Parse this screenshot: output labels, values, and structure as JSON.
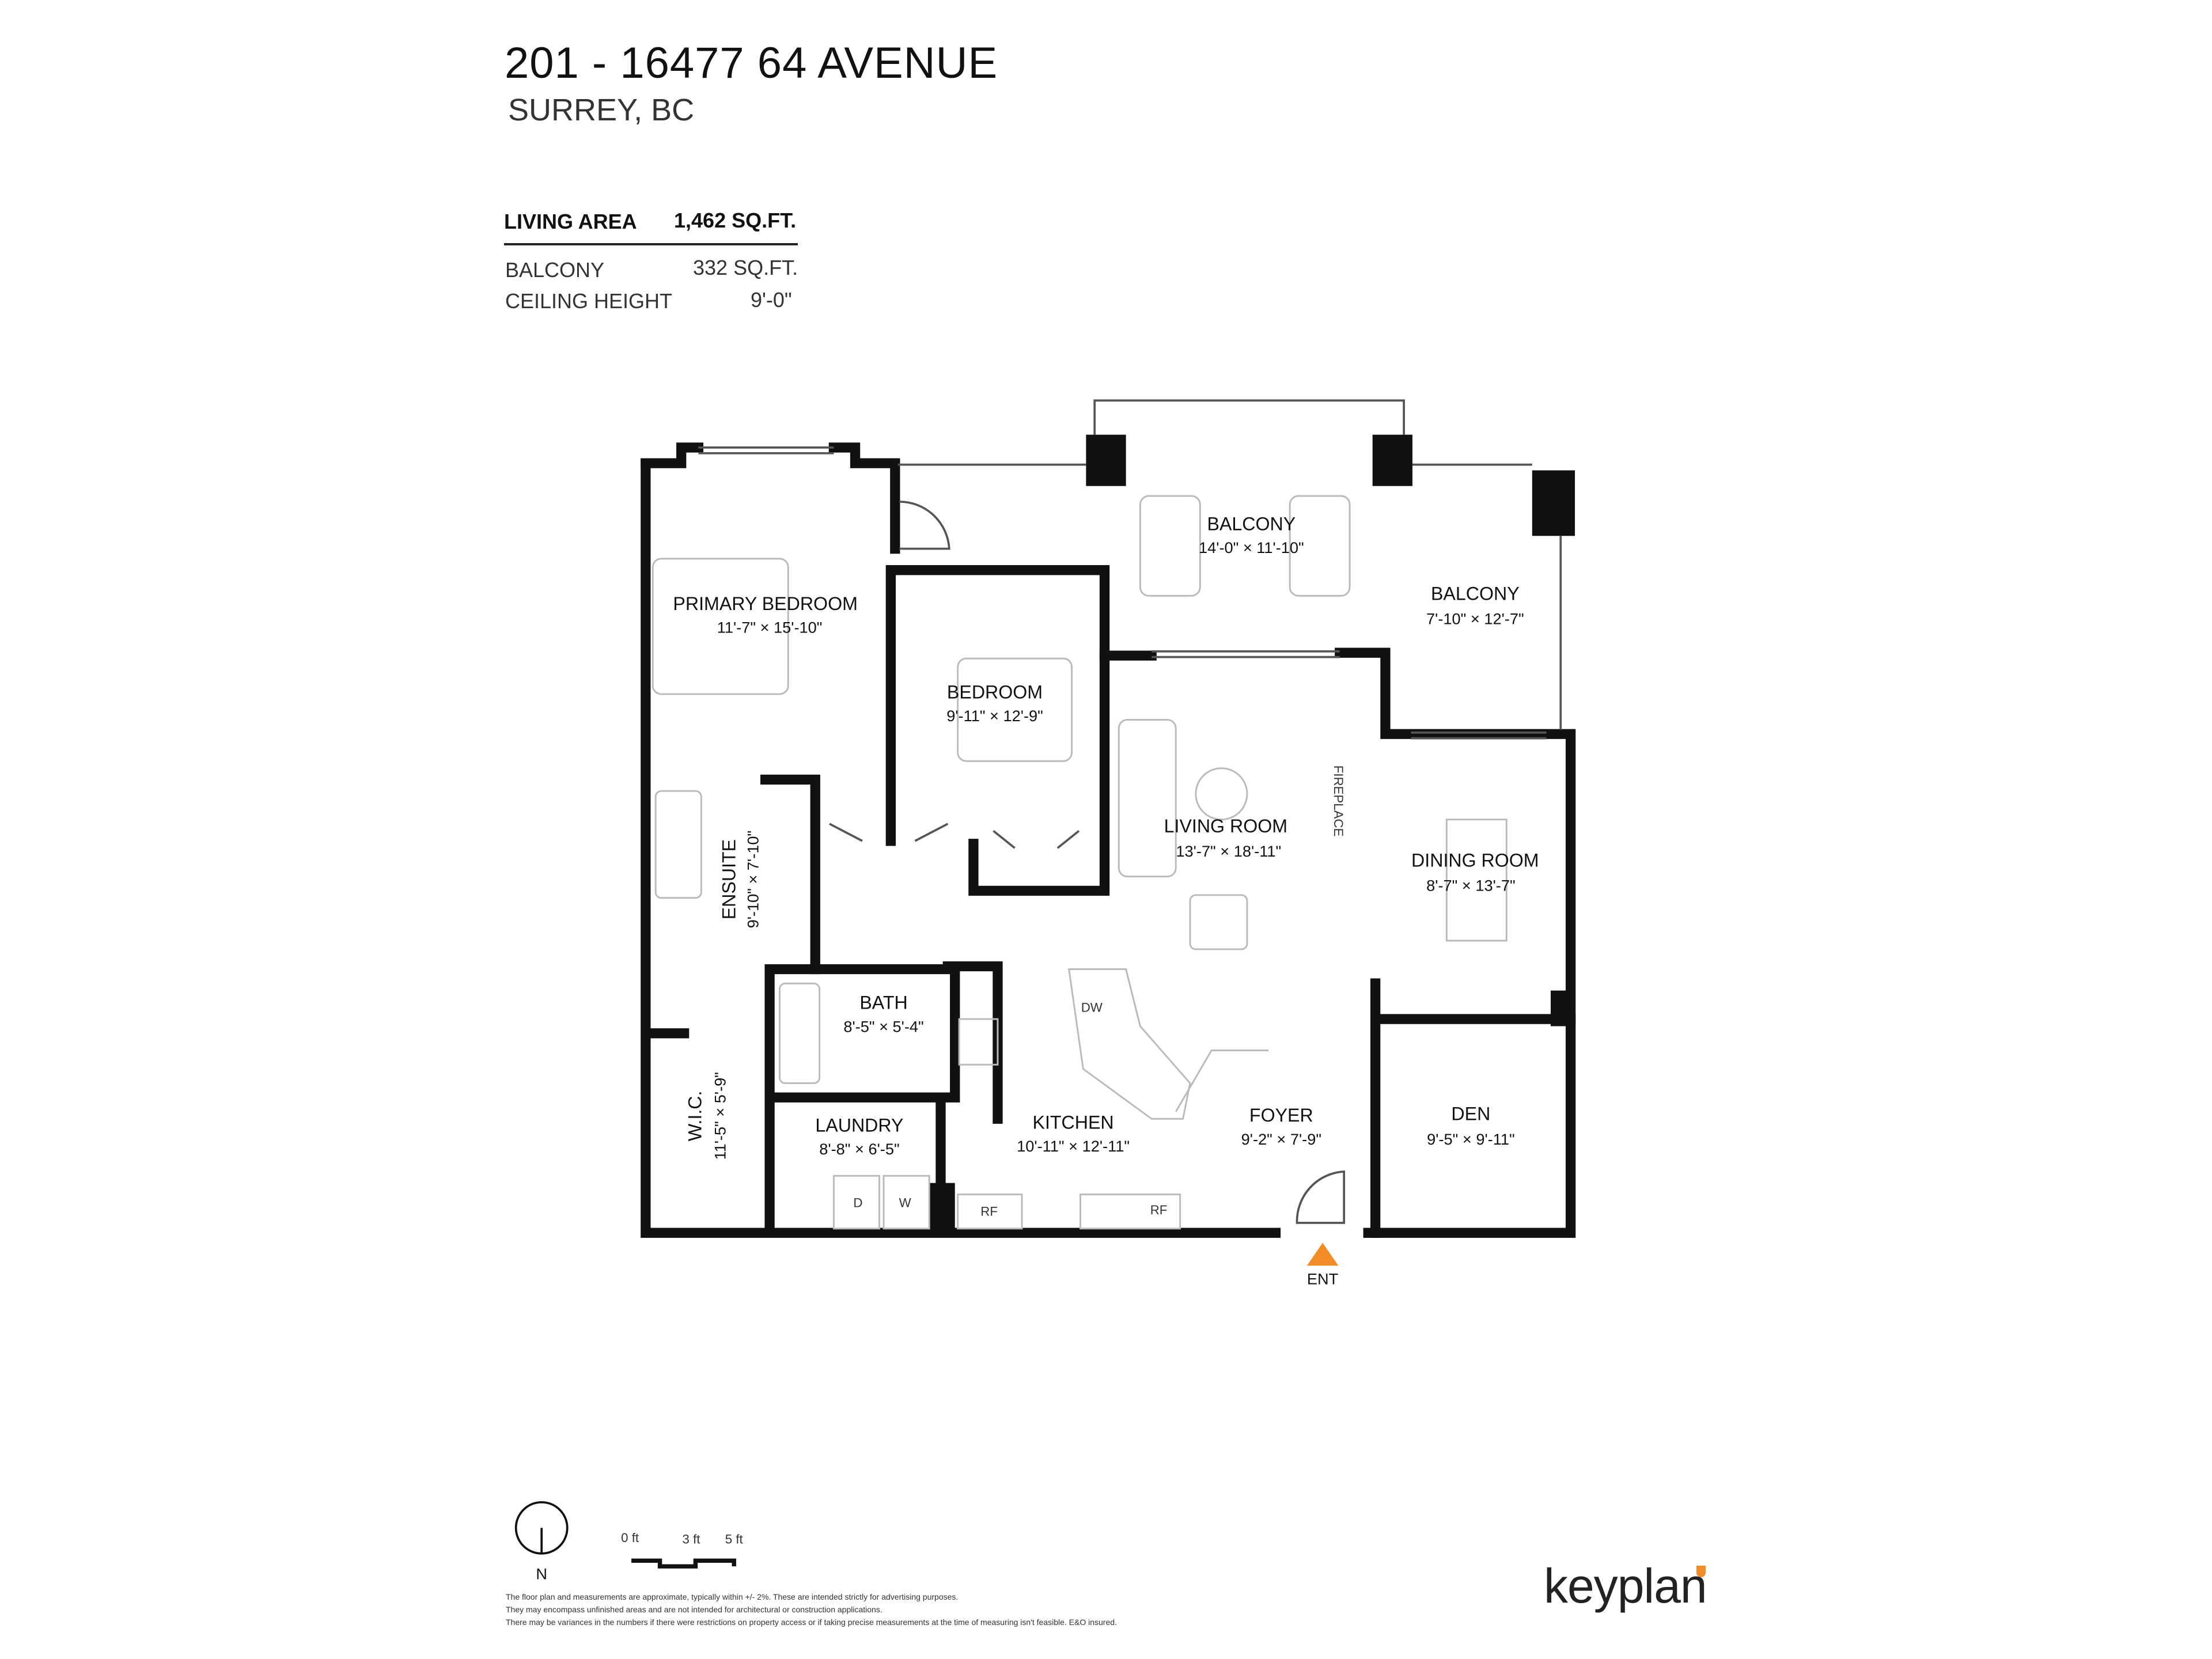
{
  "header": {
    "title": "201 - 16477 64 AVENUE",
    "subtitle": "SURREY, BC"
  },
  "stats": {
    "living_area_label": "LIVING AREA",
    "living_area_value": "1,462 SQ.FT.",
    "balcony_label": "BALCONY",
    "balcony_value": "332 SQ.FT.",
    "ceiling_label": "CEILING HEIGHT",
    "ceiling_value": "9'-0\""
  },
  "rooms": [
    {
      "name": "PRIMARY BEDROOM",
      "dims": "11'-7\" × 15'-10\""
    },
    {
      "name": "BEDROOM",
      "dims": "9'-11\" × 12'-9\""
    },
    {
      "name": "BALCONY",
      "dims": "14'-0\" × 11'-10\""
    },
    {
      "name": "BALCONY",
      "dims": "7'-10\" × 12'-7\""
    },
    {
      "name": "LIVING ROOM",
      "dims": "13'-7\" × 18'-11\""
    },
    {
      "name": "DINING ROOM",
      "dims": "8'-7\" × 13'-7\""
    },
    {
      "name": "ENSUITE",
      "dims": "9'-10\" × 7'-10\""
    },
    {
      "name": "BATH",
      "dims": "8'-5\" × 5'-4\""
    },
    {
      "name": "W.I.C.",
      "dims": "11'-5\" × 5'-9\""
    },
    {
      "name": "LAUNDRY",
      "dims": "8'-8\" × 6'-5\""
    },
    {
      "name": "KITCHEN",
      "dims": "10'-11\" × 12'-11\""
    },
    {
      "name": "FOYER",
      "dims": "9'-2\" × 7'-9\""
    },
    {
      "name": "DEN",
      "dims": "9'-5\" × 9'-11\""
    }
  ],
  "fixtures": {
    "fireplace": "FIREPLACE",
    "dishwasher": "DW",
    "dryer": "D",
    "washer": "W",
    "fridge": "RF"
  },
  "entrance": {
    "label": "ENT",
    "color": "#f28c28"
  },
  "compass": {
    "label": "N"
  },
  "scale": {
    "labels": [
      "0 ft",
      "3 ft",
      "5 ft"
    ]
  },
  "disclaimer": [
    "The floor plan and measurements are approximate, typically within +/- 2%. These are intended strictly for advertising purposes.",
    "They may encompass unfinished areas and are not intended for architectural or construction applications.",
    "There may be variances in the numbers if there were restrictions on property access or if taking precise measurements at the time of measuring isn't feasible. E&O insured."
  ],
  "brand": {
    "name": "keyplan",
    "accent": "#f28c28"
  }
}
